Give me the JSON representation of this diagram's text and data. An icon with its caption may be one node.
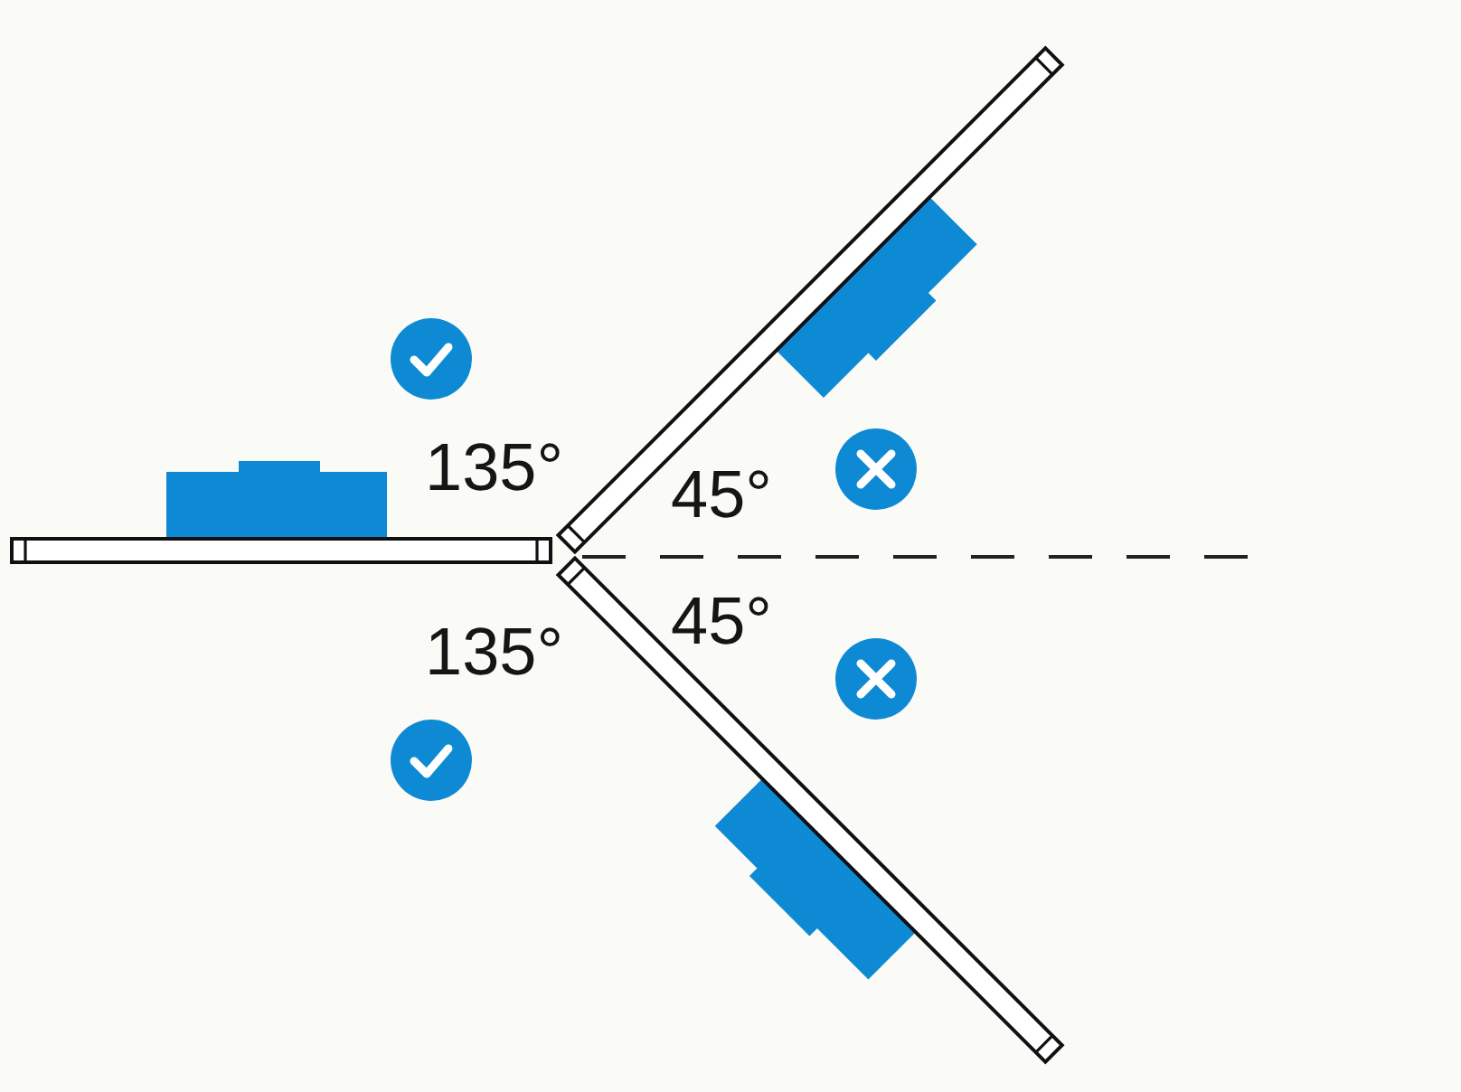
{
  "diagram": {
    "labels": [
      "135°",
      "45°",
      "45°",
      "135°"
    ]
  }
}
